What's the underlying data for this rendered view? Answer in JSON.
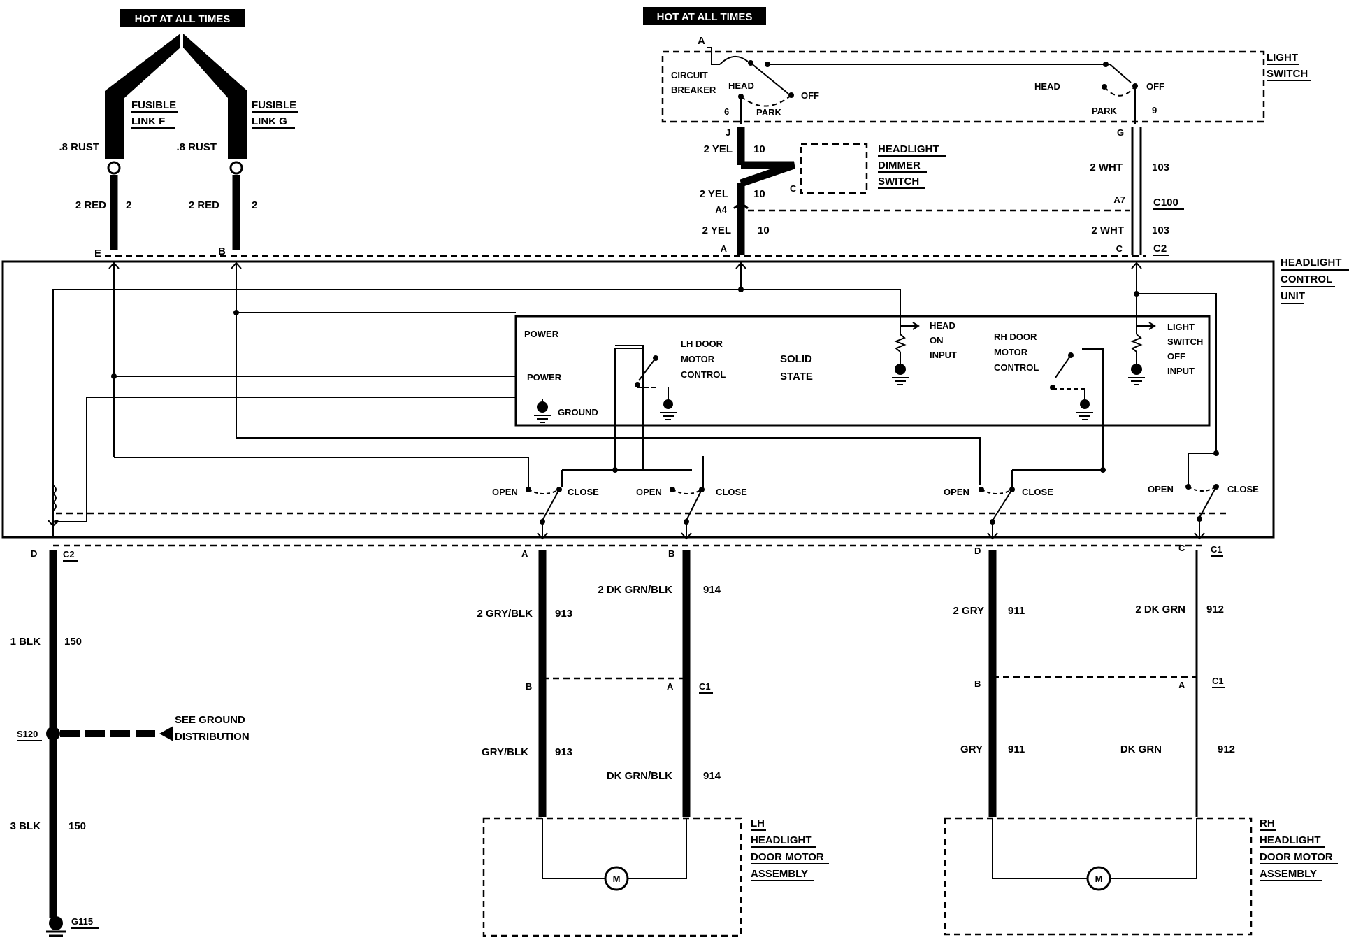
{
  "hot_labels": {
    "left": "HOT AT ALL TIMES",
    "right": "HOT AT ALL TIMES"
  },
  "fusible_links": {
    "f": {
      "line1": "FUSIBLE",
      "line2": "LINK F",
      "wire_gauge": ".8 RUST",
      "wire": "2 RED",
      "circuit": "2",
      "pin": "E"
    },
    "g": {
      "line1": "FUSIBLE",
      "line2": "LINK G",
      "wire_gauge": ".8 RUST",
      "wire": "2 RED",
      "circuit": "2",
      "pin": "B"
    }
  },
  "light_switch": {
    "title1": "LIGHT",
    "title2": "SWITCH",
    "terminal_a": "A",
    "breaker1": "CIRCUIT",
    "breaker2": "BREAKER",
    "head_left": "HEAD",
    "off_left": "OFF",
    "park_left": "PARK",
    "pin_left": "6",
    "head_right": "HEAD",
    "off_right": "OFF",
    "park_right": "PARK",
    "pin_right": "9"
  },
  "dimmer": {
    "title1": "HEADLIGHT",
    "title2": "DIMMER",
    "title3": "SWITCH",
    "pin_j": "J",
    "pin_c": "C",
    "wire_upper": "2 YEL",
    "circuit_upper": "10",
    "wire_mid": "2 YEL",
    "circuit_mid": "10",
    "pin_a4": "A4",
    "wire_lower": "2 YEL",
    "circuit_lower": "10",
    "pin_a": "A"
  },
  "white_wire": {
    "pin_g": "G",
    "wire_upper": "2 WHT",
    "circuit_upper": "103",
    "pin_a7": "A7",
    "connector_c100": "C100",
    "wire_lower": "2 WHT",
    "circuit_lower": "103",
    "pin_c": "C",
    "connector_c2": "C2"
  },
  "control_unit": {
    "title1": "HEADLIGHT",
    "title2": "CONTROL",
    "title3": "UNIT",
    "power1": "POWER",
    "power2": "POWER",
    "ground": "GROUND",
    "lh1": "LH DOOR",
    "lh2": "MOTOR",
    "lh3": "CONTROL",
    "solid1": "SOLID",
    "solid2": "STATE",
    "rh1": "RH DOOR",
    "rh2": "MOTOR",
    "rh3": "CONTROL",
    "head_in1": "HEAD",
    "head_in2": "ON",
    "head_in3": "INPUT",
    "ls_in1": "LIGHT",
    "ls_in2": "SWITCH",
    "ls_in3": "OFF",
    "ls_in4": "INPUT"
  },
  "relays": {
    "r1_open": "OPEN",
    "r1_close": "CLOSE",
    "r2_open": "OPEN",
    "r2_close": "CLOSE",
    "r3_open": "OPEN",
    "r3_close": "CLOSE",
    "r4_open": "OPEN",
    "r4_close": "CLOSE"
  },
  "ground_circuit": {
    "pin_d": "D",
    "connector": "C2",
    "wire_upper": "1 BLK",
    "circuit_upper": "150",
    "splice": "S120",
    "see1": "SEE GROUND",
    "see2": "DISTRIBUTION",
    "wire_lower": "3 BLK",
    "circuit_lower": "150",
    "ground_point": "G115"
  },
  "lh_motor_circuit": {
    "pin_a_top": "A",
    "pin_b_top": "B",
    "wire1_upper": "2 GRY/BLK",
    "circuit1_upper": "913",
    "wire2_upper": "2 DK GRN/BLK",
    "circuit2_upper": "914",
    "pin_b_mid": "B",
    "pin_a_mid": "A",
    "connector_mid": "C1",
    "wire1_lower": "GRY/BLK",
    "circuit1_lower": "913",
    "wire2_lower": "DK GRN/BLK",
    "circuit2_lower": "914",
    "motor": "M",
    "title1": "LH",
    "title2": "HEADLIGHT",
    "title3": "DOOR MOTOR",
    "title4": "ASSEMBLY"
  },
  "rh_motor_circuit": {
    "pin_d_top": "D",
    "pin_c_top": "C",
    "connector_top": "C1",
    "wire1_upper": "2 GRY",
    "circuit1_upper": "911",
    "wire2_upper": "2 DK GRN",
    "circuit2_upper": "912",
    "pin_b_mid": "B",
    "pin_a_mid": "A",
    "connector_mid": "C1",
    "wire1_lower": "GRY",
    "circuit1_lower": "911",
    "wire2_lower": "DK GRN",
    "circuit2_lower": "912",
    "motor": "M",
    "title1": "RH",
    "title2": "HEADLIGHT",
    "title3": "DOOR MOTOR",
    "title4": "ASSEMBLY"
  }
}
